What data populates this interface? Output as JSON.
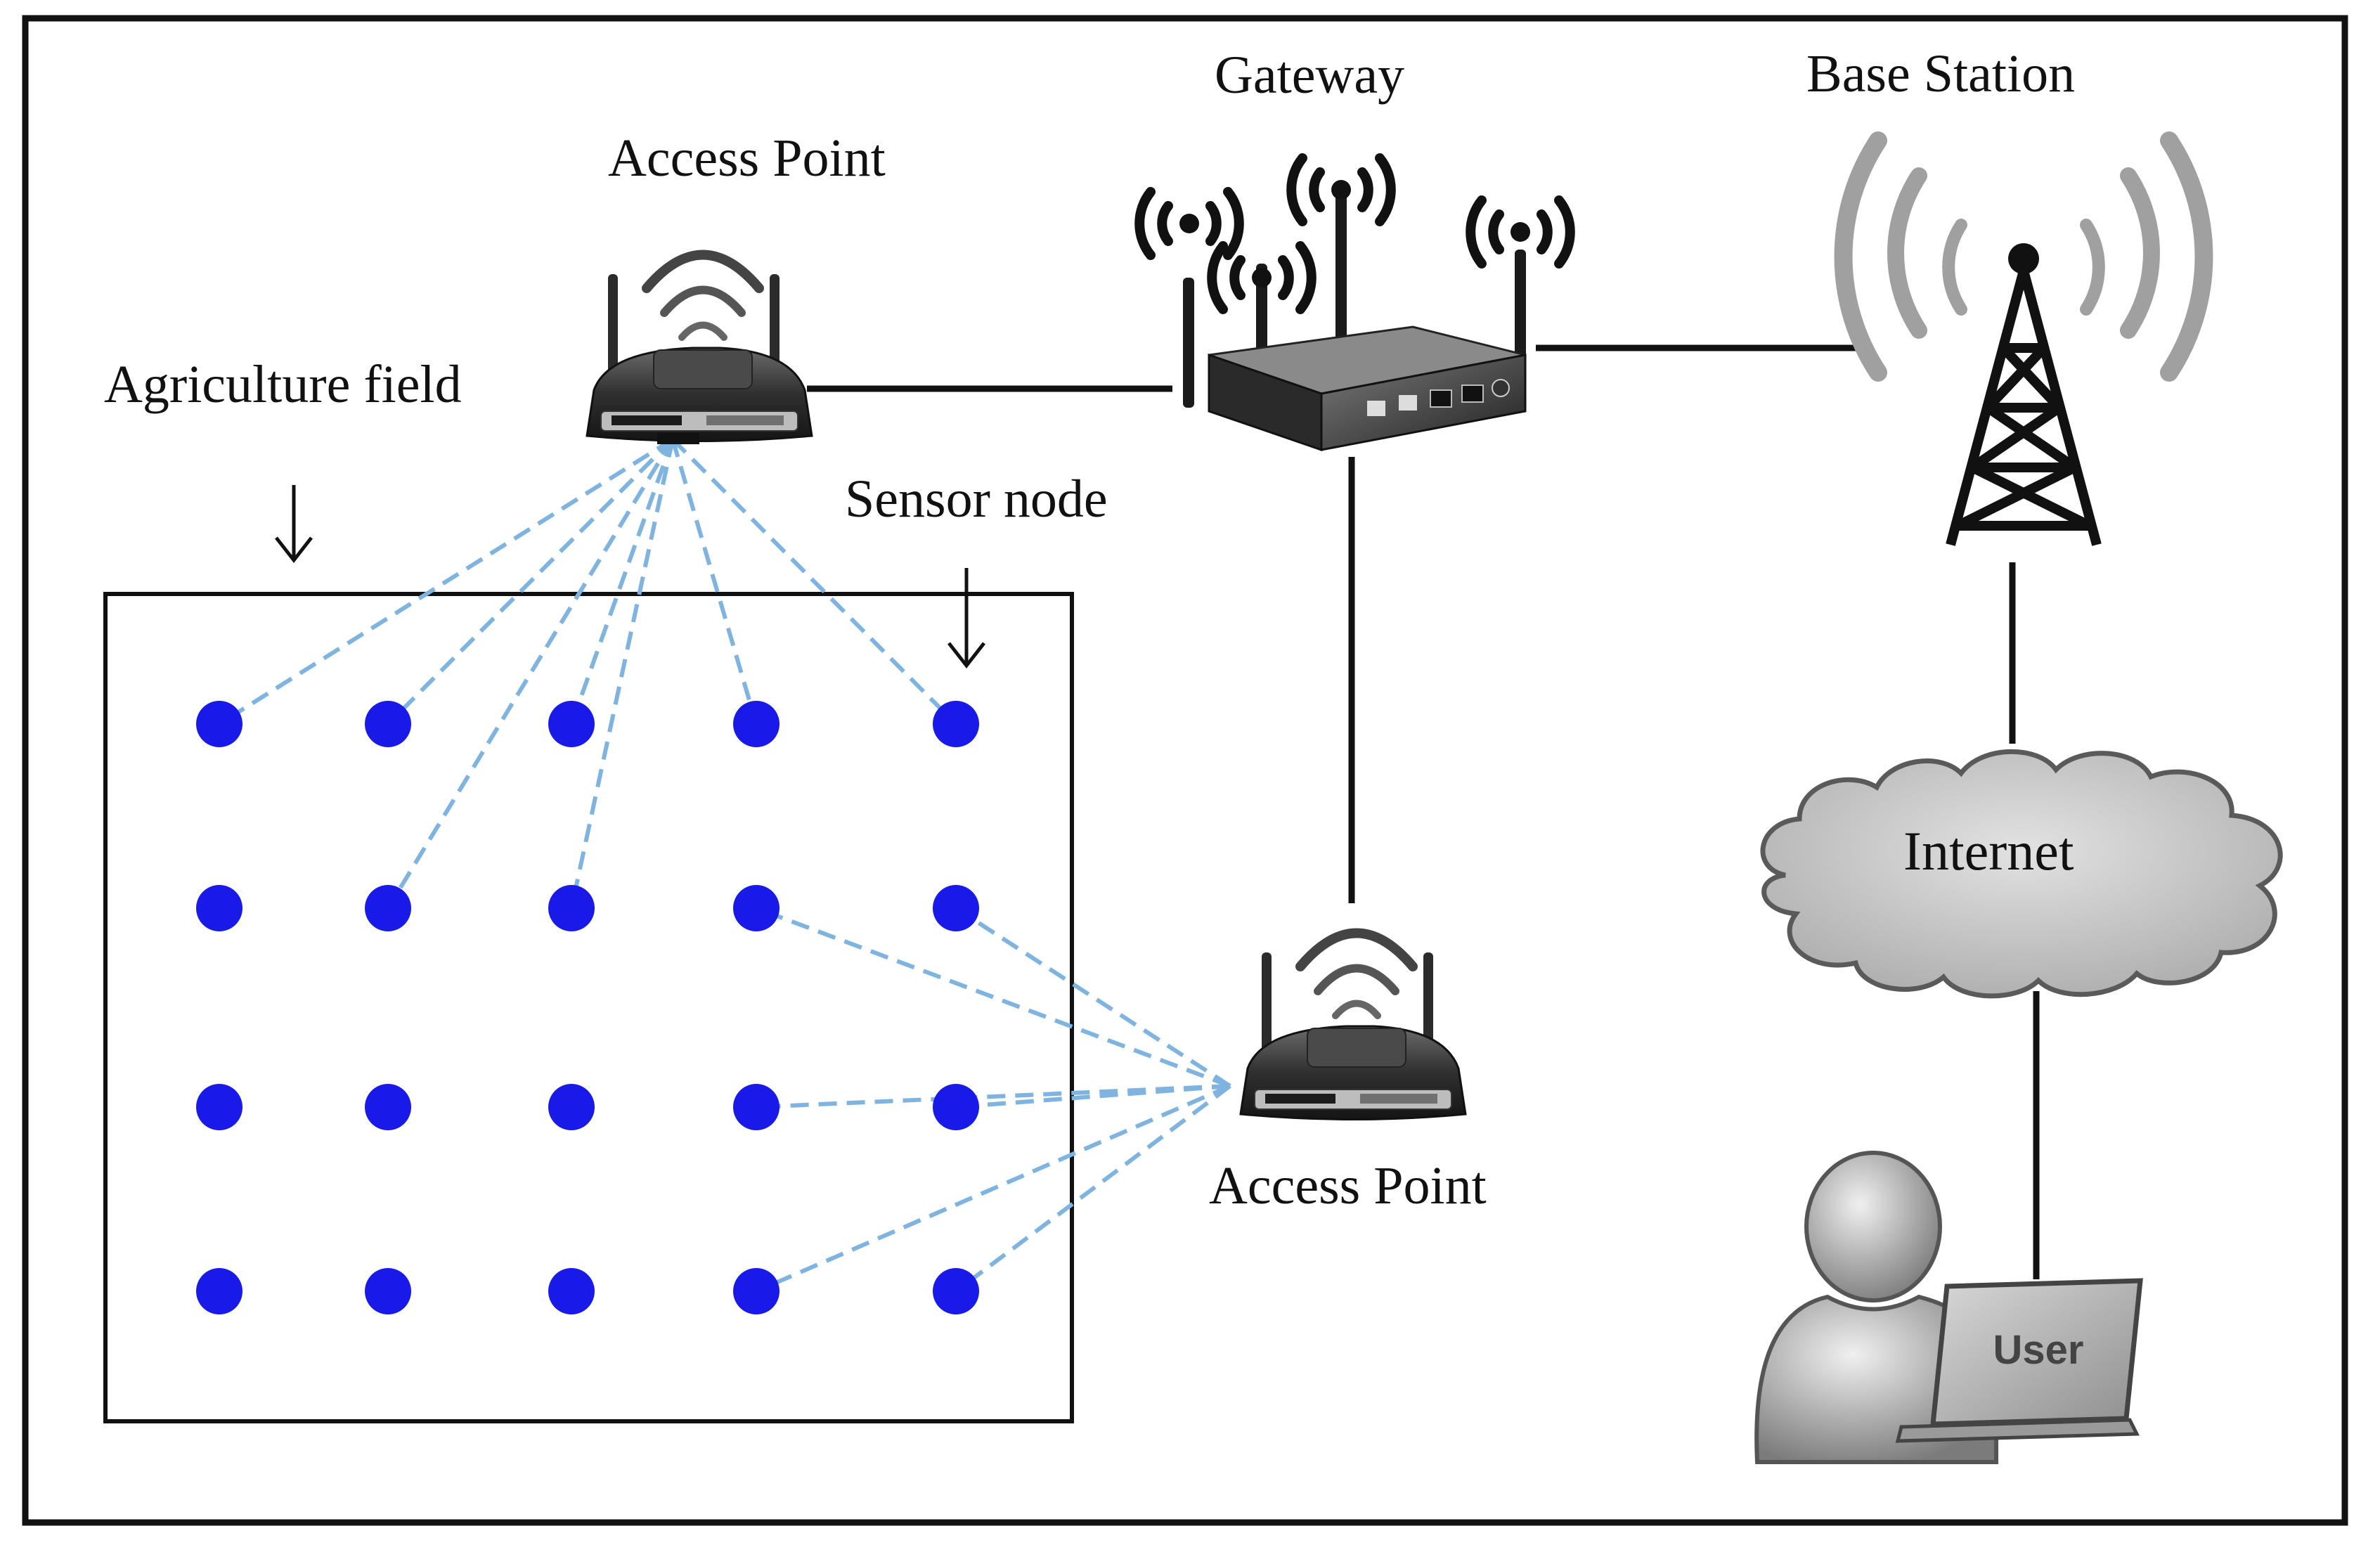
{
  "labels": {
    "agriculture_field": "Agriculture field",
    "access_point_top": "Access Point",
    "gateway": "Gateway",
    "base_station": "Base Station",
    "sensor_node": "Sensor node",
    "internet": "Internet",
    "access_point_bottom": "Access Point",
    "user": "User"
  },
  "colors": {
    "sensor_node": "#1a1ae8",
    "link_dashed": "#7fb3e0",
    "frame": "#111111",
    "cloud_fill": "#c8c8c8"
  },
  "sensor_grid": {
    "rows": 4,
    "cols": 5
  },
  "icons": {
    "router": "wifi-router-icon",
    "gateway": "gateway-router-icon",
    "tower": "cell-tower-icon",
    "cloud": "cloud-icon",
    "user": "user-laptop-icon"
  }
}
